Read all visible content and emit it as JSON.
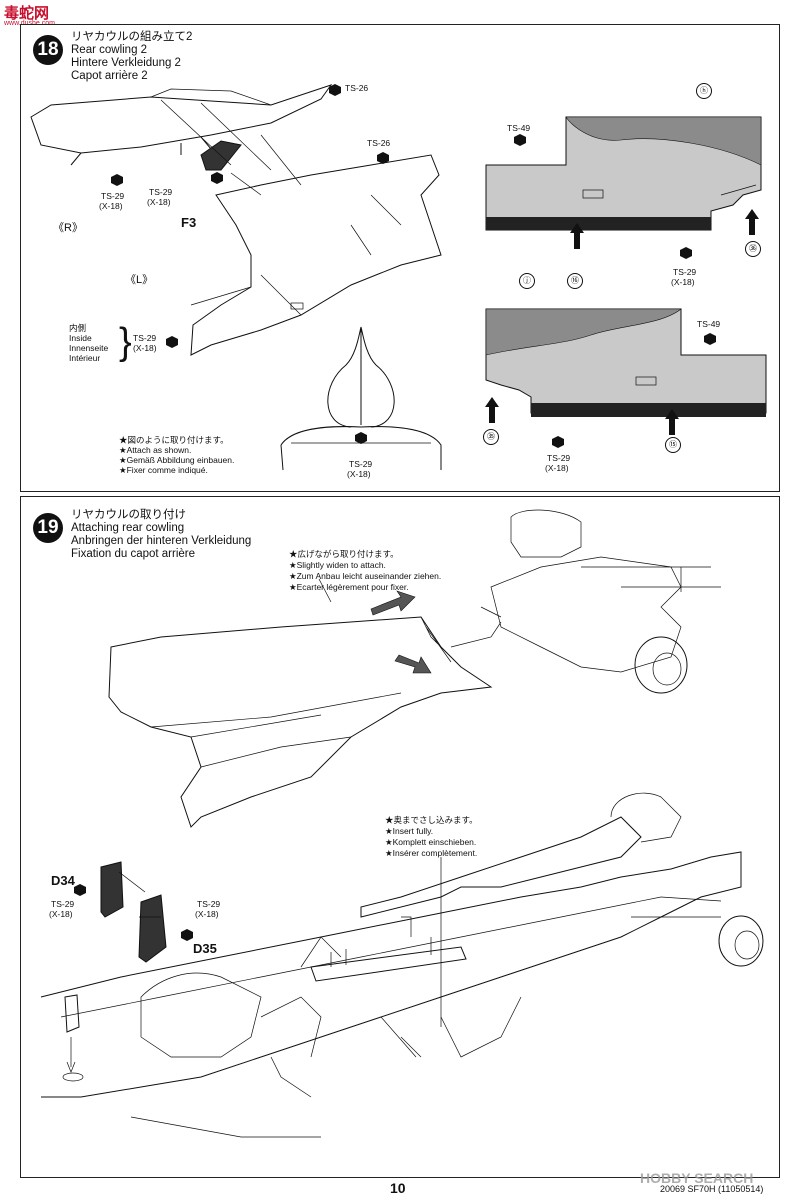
{
  "header": {
    "logo_chars": "毒蛇网",
    "logo_url": "www.dushe.com"
  },
  "step18": {
    "number": "18",
    "title_ja": "リヤカウルの組み立て2",
    "title_en": "Rear cowling 2",
    "title_de": "Hintere Verkleidung 2",
    "title_fr": "Capot arrière 2",
    "screw_ts26_a": "TS-26",
    "screw_ts26_b": "TS-26",
    "screw_ts29_a": "TS-29",
    "screw_x18_a": "(X-18)",
    "screw_ts29_b": "TS-29",
    "screw_x18_b": "(X-18)",
    "part_f3": "F3",
    "label_r": "《R》",
    "label_l": "《L》",
    "inside_ja": "内側",
    "inside_en": "Inside",
    "inside_de": "Innenseite",
    "inside_fr": "Intérieur",
    "screw_ts29_c": "TS-29",
    "screw_x18_c": "(X-18)",
    "note_ja": "★図のように取り付けます。",
    "note_en": "★Attach as shown.",
    "note_de": "★Gemäß Abbildung einbauen.",
    "note_fr": "★Fixer comme indiqué.",
    "screw_ts29_d": "TS-29",
    "screw_x18_d": "(X-18)",
    "screw_ts49_a": "TS-49",
    "decal_h": "ⓗ",
    "num_16": "⑯",
    "num_36": "㊱",
    "screw_ts29_e": "TS-29",
    "screw_x18_e": "(X-18)",
    "decal_j": "ⓙ",
    "screw_ts49_b": "TS-49",
    "num_35": "㉟",
    "num_15": "⑮",
    "screw_ts29_f": "TS-29",
    "screw_x18_f": "(X-18)"
  },
  "step19": {
    "number": "19",
    "title_ja": "リヤカウルの取り付け",
    "title_en": "Attaching rear cowling",
    "title_de": "Anbringen der hinteren Verkleidung",
    "title_fr": "Fixation du capot arrière",
    "note1_ja": "★広げながら取り付けます。",
    "note1_en": "★Slightly widen to attach.",
    "note1_de": "★Zum Anbau leicht auseinander ziehen.",
    "note1_fr": "★Ecarter légèrement pour fixer.",
    "note2_ja": "★奥までさし込みます。",
    "note2_en": "★Insert fully.",
    "note2_de": "★Komplett einschieben.",
    "note2_fr": "★Insérer complètement.",
    "part_d34": "D34",
    "part_d35": "D35",
    "screw_ts29_a": "TS-29",
    "screw_x18_a": "(X-18)",
    "screw_ts29_b": "TS-29",
    "screw_x18_b": "(X-18)"
  },
  "footer": {
    "page_number": "10",
    "code": "20069 SF70H (11050514)",
    "watermark": "HOBBY SEARCH"
  }
}
